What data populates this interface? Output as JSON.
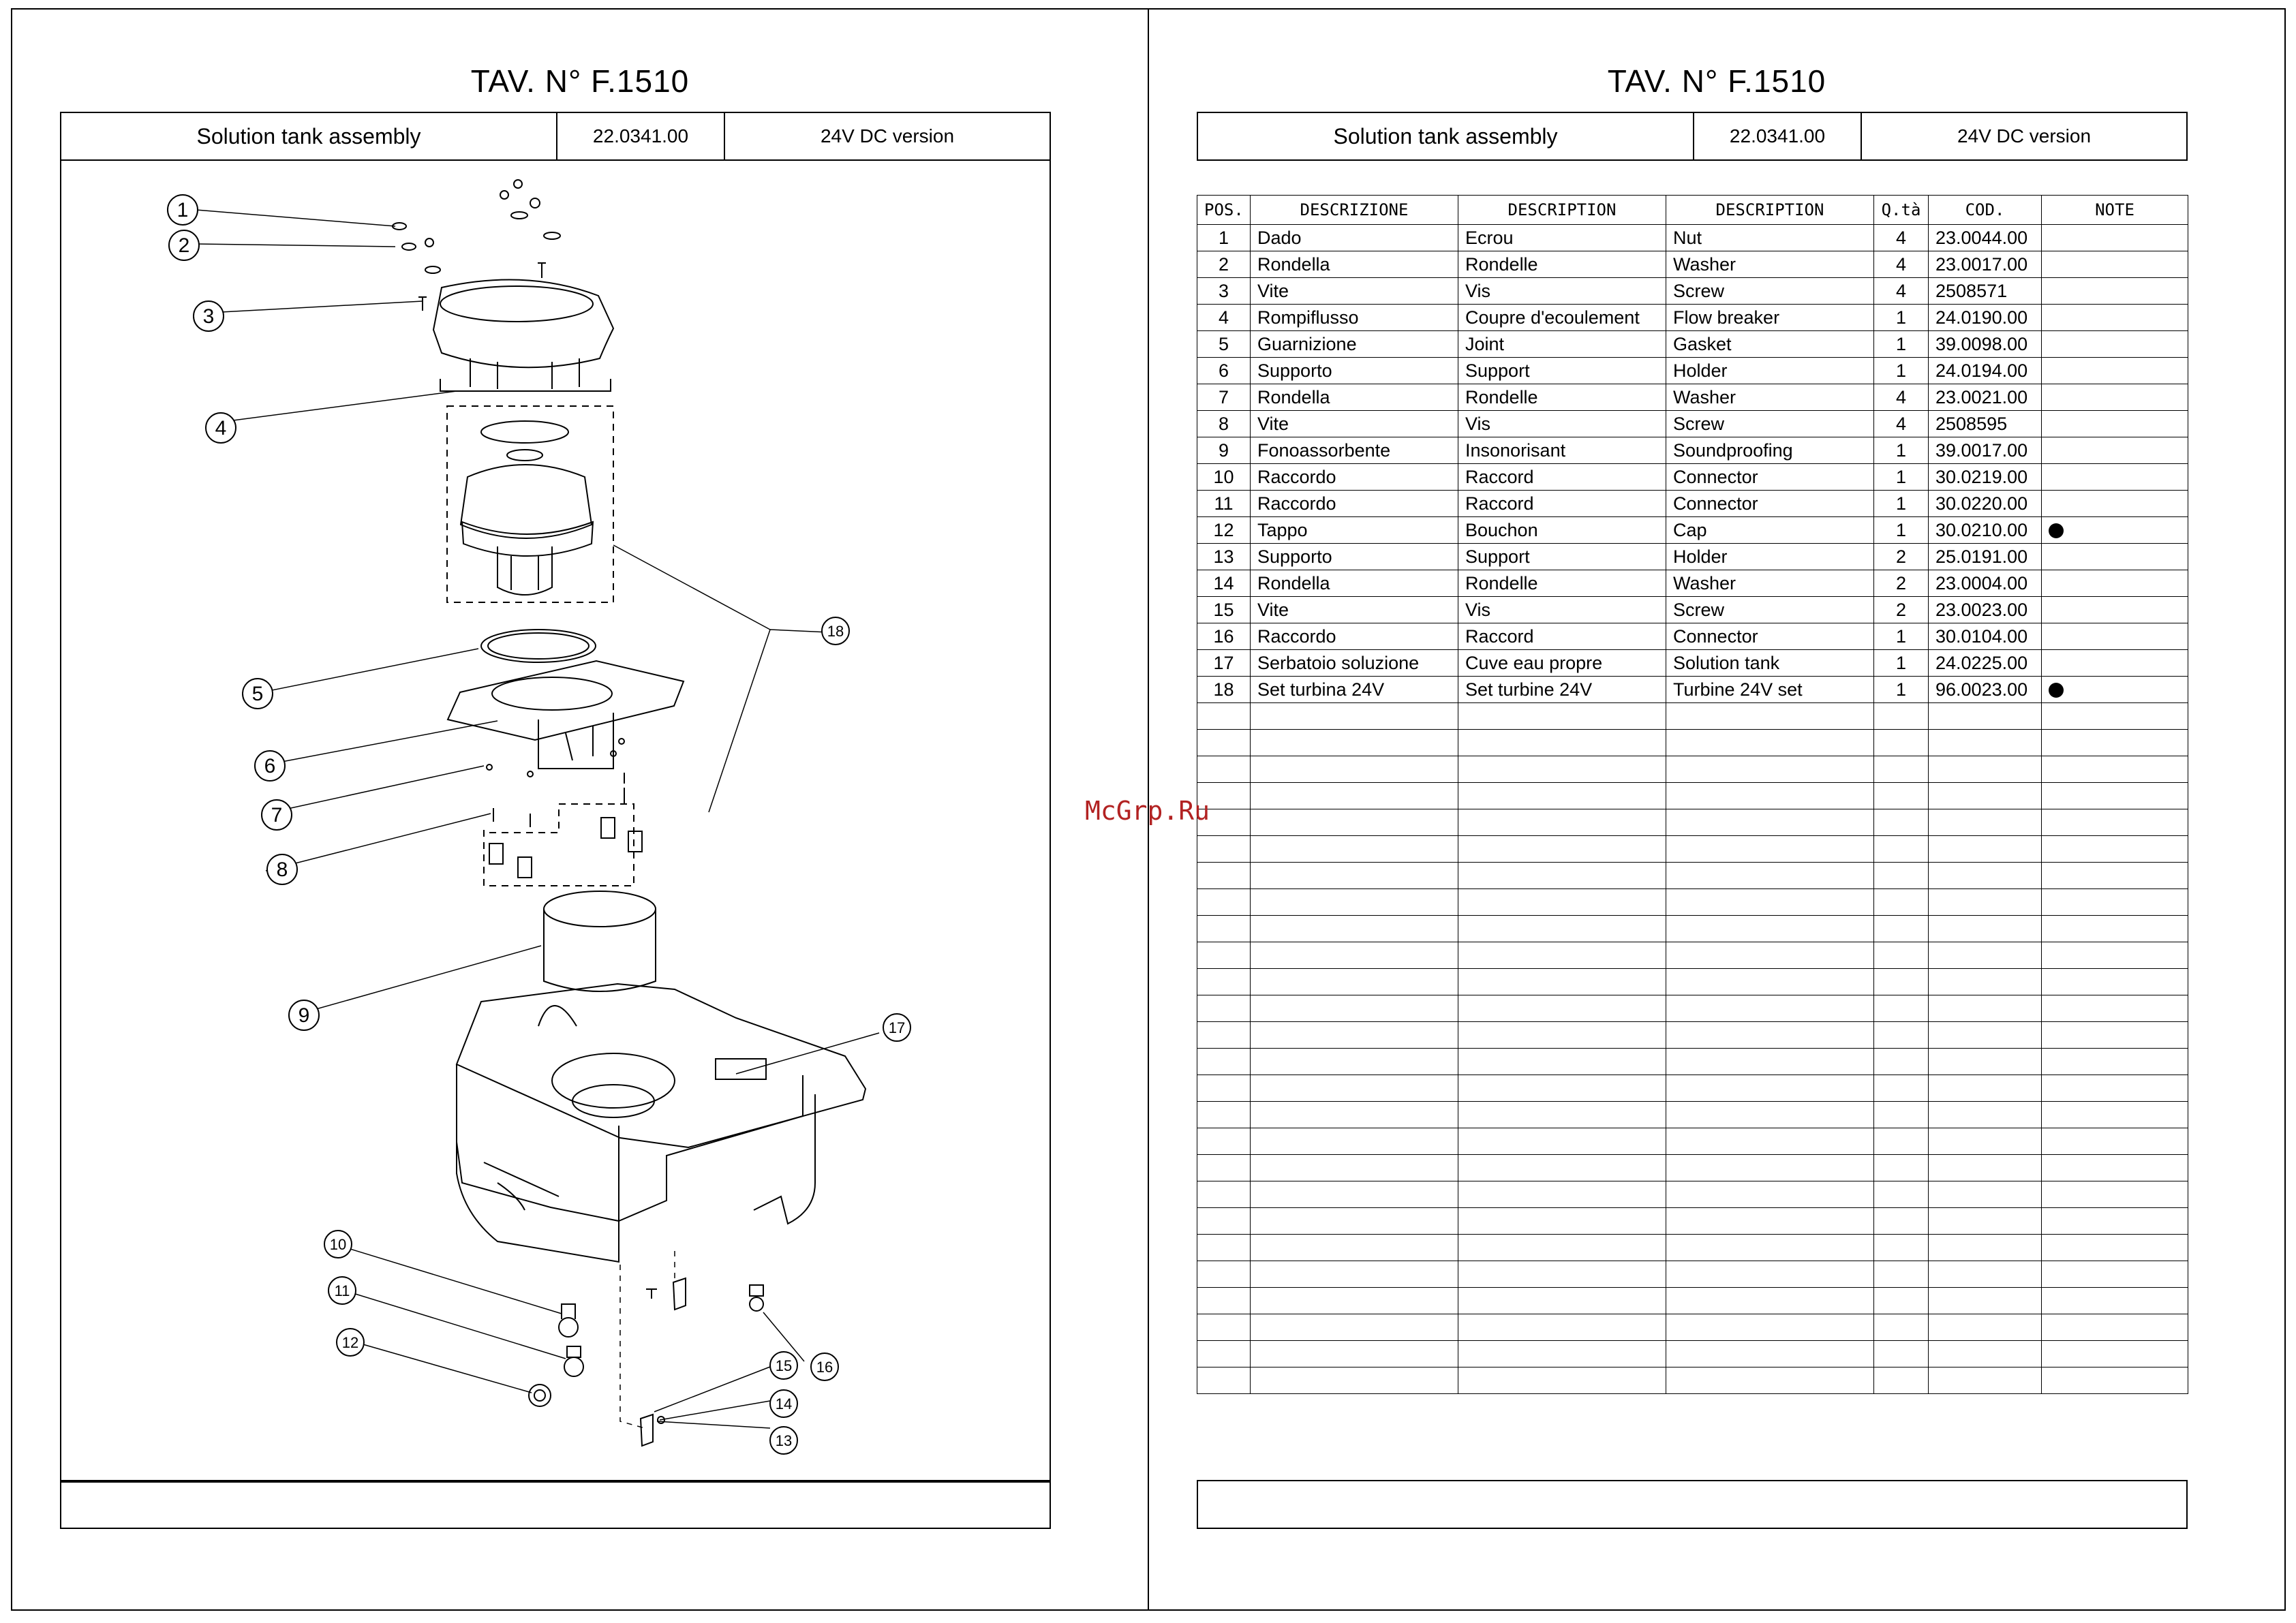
{
  "sheet": {
    "title": "TAV. N° F.1510",
    "assembly_name": "Solution tank assembly",
    "assembly_code": "22.0341.00",
    "version": "24V DC version"
  },
  "watermark": "McGrp.Ru",
  "table": {
    "headers": [
      "POS.",
      "DESCRIZIONE",
      "DESCRIPTION",
      "DESCRIPTION",
      "Q.tà",
      "COD.",
      "NOTE"
    ],
    "rows": [
      {
        "pos": "1",
        "it": "Dado",
        "fr": "Ecrou",
        "en": "Nut",
        "qty": "4",
        "code": "23.0044.00",
        "note": false
      },
      {
        "pos": "2",
        "it": "Rondella",
        "fr": "Rondelle",
        "en": "Washer",
        "qty": "4",
        "code": "23.0017.00",
        "note": false
      },
      {
        "pos": "3",
        "it": "Vite",
        "fr": "Vis",
        "en": "Screw",
        "qty": "4",
        "code": "2508571",
        "note": false
      },
      {
        "pos": "4",
        "it": "Rompiflusso",
        "fr": "Coupre d'ecoulement",
        "en": "Flow breaker",
        "qty": "1",
        "code": "24.0190.00",
        "note": false
      },
      {
        "pos": "5",
        "it": "Guarnizione",
        "fr": "Joint",
        "en": "Gasket",
        "qty": "1",
        "code": "39.0098.00",
        "note": false
      },
      {
        "pos": "6",
        "it": "Supporto",
        "fr": "Support",
        "en": "Holder",
        "qty": "1",
        "code": "24.0194.00",
        "note": false
      },
      {
        "pos": "7",
        "it": "Rondella",
        "fr": "Rondelle",
        "en": "Washer",
        "qty": "4",
        "code": "23.0021.00",
        "note": false
      },
      {
        "pos": "8",
        "it": "Vite",
        "fr": "Vis",
        "en": "Screw",
        "qty": "4",
        "code": "2508595",
        "note": false
      },
      {
        "pos": "9",
        "it": "Fonoassorbente",
        "fr": "Insonorisant",
        "en": "Soundproofing",
        "qty": "1",
        "code": "39.0017.00",
        "note": false
      },
      {
        "pos": "10",
        "it": "Raccordo",
        "fr": "Raccord",
        "en": "Connector",
        "qty": "1",
        "code": "30.0219.00",
        "note": false
      },
      {
        "pos": "11",
        "it": "Raccordo",
        "fr": "Raccord",
        "en": "Connector",
        "qty": "1",
        "code": "30.0220.00",
        "note": false
      },
      {
        "pos": "12",
        "it": "Tappo",
        "fr": "Bouchon",
        "en": "Cap",
        "qty": "1",
        "code": "30.0210.00",
        "note": true
      },
      {
        "pos": "13",
        "it": "Supporto",
        "fr": "Support",
        "en": "Holder",
        "qty": "2",
        "code": "25.0191.00",
        "note": false
      },
      {
        "pos": "14",
        "it": "Rondella",
        "fr": "Rondelle",
        "en": "Washer",
        "qty": "2",
        "code": "23.0004.00",
        "note": false
      },
      {
        "pos": "15",
        "it": "Vite",
        "fr": "Vis",
        "en": "Screw",
        "qty": "2",
        "code": "23.0023.00",
        "note": false
      },
      {
        "pos": "16",
        "it": "Raccordo",
        "fr": "Raccord",
        "en": "Connector",
        "qty": "1",
        "code": "30.0104.00",
        "note": false
      },
      {
        "pos": "17",
        "it": "Serbatoio soluzione",
        "fr": "Cuve eau propre",
        "en": "Solution tank",
        "qty": "1",
        "code": "24.0225.00",
        "note": false
      },
      {
        "pos": "18",
        "it": "Set turbina 24V",
        "fr": "Set turbine 24V",
        "en": "Turbine 24V set",
        "qty": "1",
        "code": "96.0023.00",
        "note": true
      }
    ],
    "empty_rows": 26
  },
  "callouts": [
    "1",
    "2",
    "3",
    "4",
    "5",
    "6",
    "7",
    "8",
    "9",
    "10",
    "11",
    "12",
    "13",
    "14",
    "15",
    "16",
    "17",
    "18"
  ]
}
